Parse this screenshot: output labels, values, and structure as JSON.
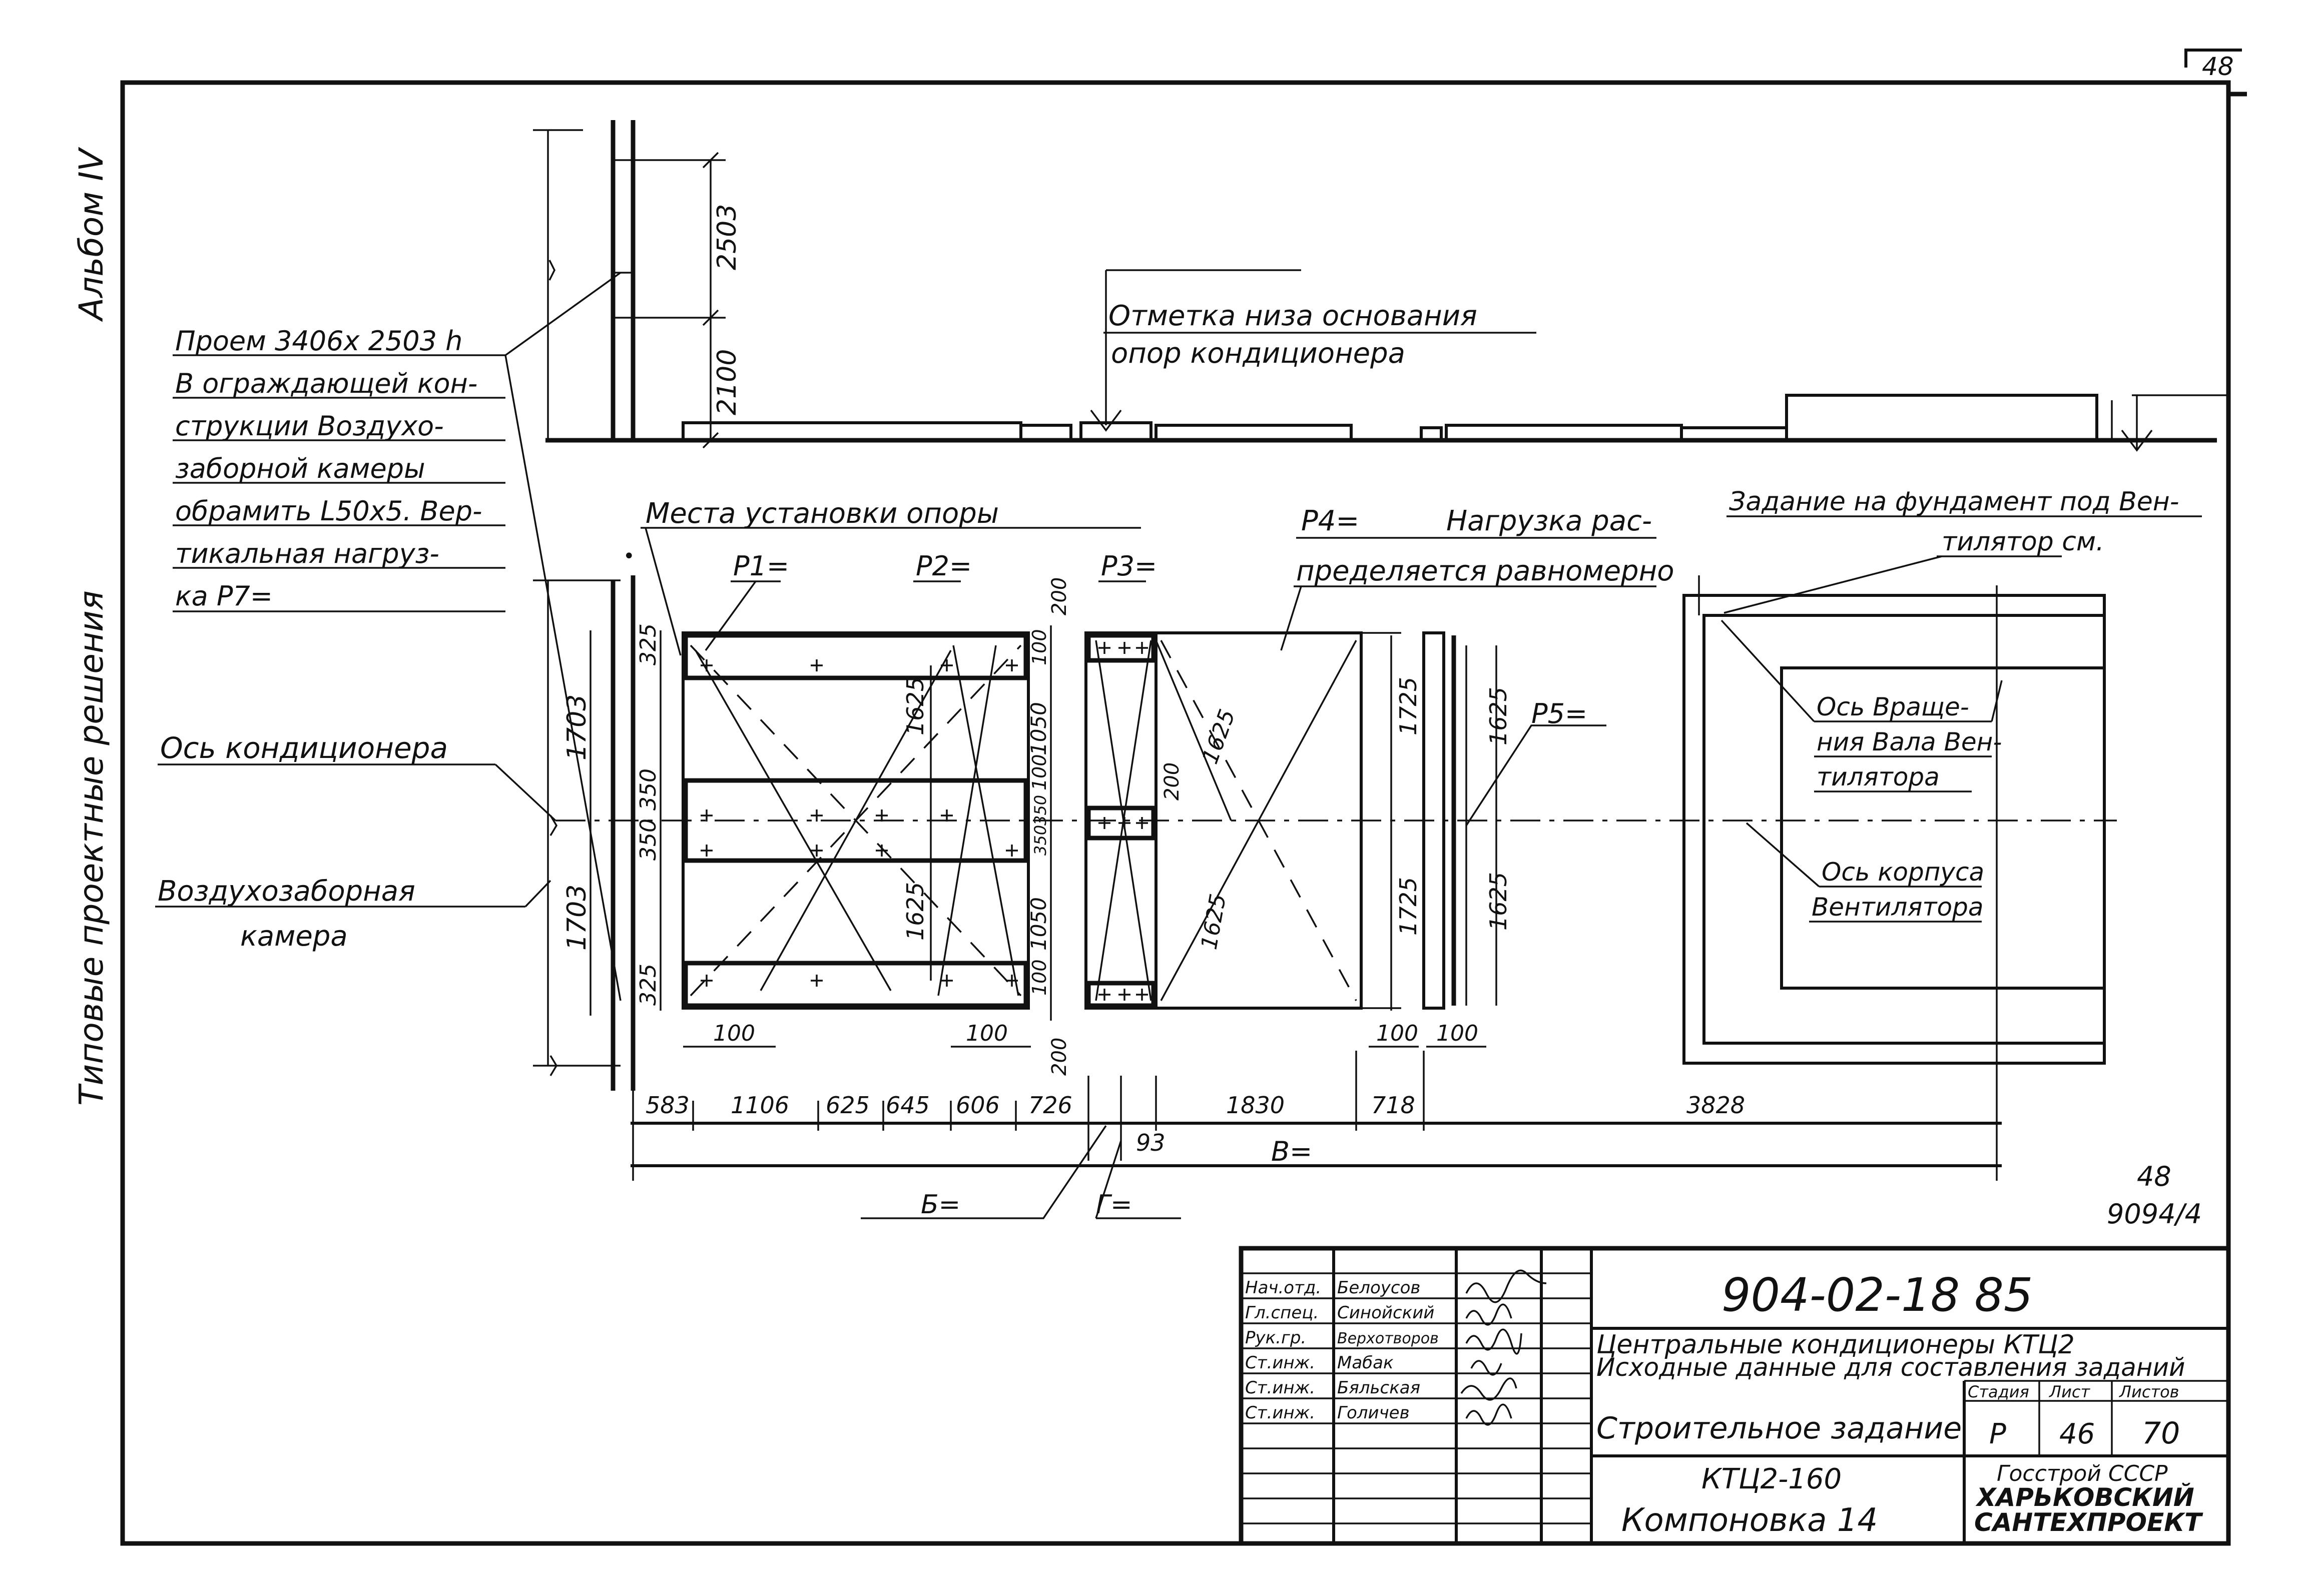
{
  "sheet": {
    "corner_number": "48",
    "side_album": "Альбом IV",
    "side_series": "Типовые проектные решения",
    "page_mark_top": "48",
    "page_mark_bottom": "9094/4"
  },
  "notes": {
    "opening": [
      "Проем 3406x 2503 h",
      "В ограждающей кон-",
      "струкции Воздухо-",
      "заборной камеры",
      "обрамить L50x5. Вер-",
      "тикальная нагруз-",
      "ка P7="
    ],
    "base_mark": [
      "Отметка низа основания",
      "опор кондиционера"
    ],
    "support_places": "Места установки опоры",
    "p4_load": [
      "P4=",
      "Нагрузка рас-",
      "пределяется равномерно"
    ],
    "fan_foundation": [
      "Задание на фундамент под Вен-",
      "тилятор см."
    ],
    "conditioner_axis": "Ось кондиционера",
    "intake_chamber": [
      "Воздухозаборная",
      "камера"
    ],
    "fan_shaft_axis": [
      "Ось Враще-",
      "ния Вала Вен-",
      "тилятора"
    ],
    "fan_casing_axis": [
      "Ось корпуса",
      "Вентилятора"
    ]
  },
  "loads": {
    "p1": "P1=",
    "p2": "P2=",
    "p3": "P3=",
    "p5": "P5="
  },
  "dims": {
    "h2503": "2503",
    "h2100": "2100",
    "h1703a": "1703",
    "h1703b": "1703",
    "d325a": "325",
    "d350a": "350",
    "d350b": "350",
    "d325b": "325",
    "d1625a": "1625",
    "d1625b": "1625",
    "d100a": "100",
    "d1050a": "1050",
    "d100b": "100",
    "d350c": "350",
    "d350d": "350",
    "d1050b": "1050",
    "d100c": "100",
    "d200a": "200",
    "d200b": "200",
    "d200c": "200",
    "d1625c": "1625",
    "d1625d": "1625",
    "d1725a": "1725",
    "d1725b": "1725",
    "d1625e": "1625",
    "d1625f": "1625",
    "b100a": "100",
    "b100b": "100",
    "b100c": "100",
    "b100d": "100",
    "chain": [
      "583",
      "1106",
      "625",
      "645",
      "606",
      "726",
      "1830",
      "718",
      "3828"
    ],
    "d93": "93",
    "total": "В=",
    "b_label": "Б=",
    "g_label": "Г="
  },
  "title_block": {
    "code": "904-02-18 85",
    "title_line1": "Центральные кондиционеры КТЦ2",
    "title_line2": "Исходные данные для составления заданий",
    "sheet_name": "Строительное задание",
    "stage_header": "Стадия",
    "sheet_header": "Лист",
    "sheets_header": "Листов",
    "stage": "Р",
    "sheet": "46",
    "sheets": "70",
    "drawing_name_line1": "КТЦ2-160",
    "drawing_name_line2": "Компоновка 14",
    "org_line1": "Госстрой СССР",
    "org_line2": "ХАРЬКОВСКИЙ",
    "org_line3": "САНТЕХПРОЕКТ",
    "signatures": [
      {
        "role": "Нач.отд.",
        "name": "Белоусов"
      },
      {
        "role": "Гл.спец.",
        "name": "Синойский"
      },
      {
        "role": "Рук.гр.",
        "name": "Верхотворов"
      },
      {
        "role": "Ст.инж.",
        "name": "Мабак"
      },
      {
        "role": "Ст.инж.",
        "name": "Бяльская"
      },
      {
        "role": "Ст.инж.",
        "name": "Голичев"
      }
    ]
  }
}
